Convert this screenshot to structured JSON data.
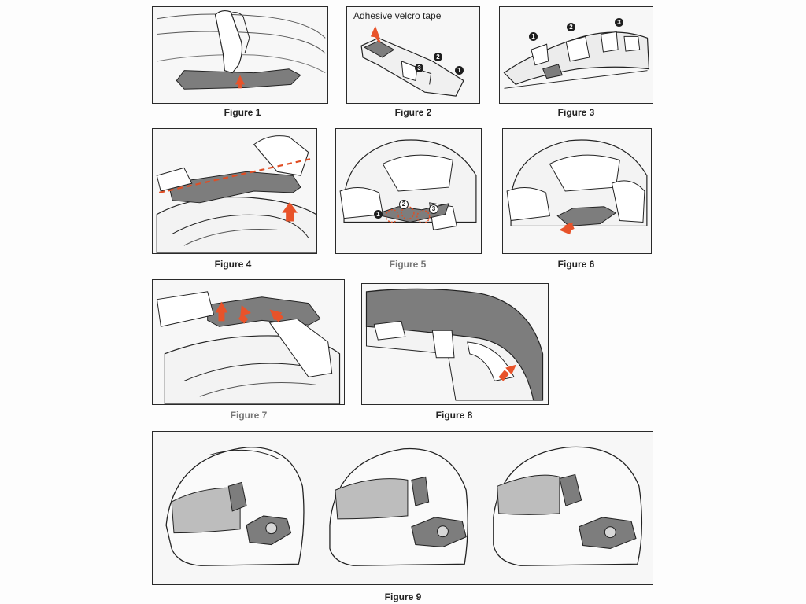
{
  "figures": [
    {
      "id": "fig1",
      "caption": "Figure 1"
    },
    {
      "id": "fig2",
      "caption": "Figure 2",
      "callout": "Adhesive velcro tape",
      "markers": [
        "1",
        "2",
        "3"
      ]
    },
    {
      "id": "fig3",
      "caption": "Figure 3",
      "markers": [
        "1",
        "2",
        "3"
      ]
    },
    {
      "id": "fig4",
      "caption": "Figure 4"
    },
    {
      "id": "fig5",
      "caption": "Figure 5",
      "markers": [
        "1",
        "2",
        "3"
      ]
    },
    {
      "id": "fig6",
      "caption": "Figure 6"
    },
    {
      "id": "fig7",
      "caption": "Figure 7"
    },
    {
      "id": "fig8",
      "caption": "Figure 8"
    },
    {
      "id": "fig9",
      "caption": "Figure 9"
    }
  ],
  "colors": {
    "arrow": "#e8532a",
    "dash": "#e04e24",
    "line": "#2a2a2a",
    "mount": "#7d7d7d",
    "frame": "#2a2a2a"
  }
}
